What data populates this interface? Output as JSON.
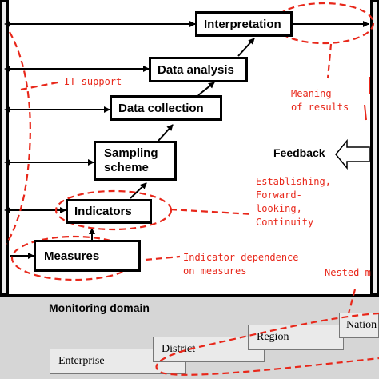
{
  "boxes": {
    "interpretation": "Interpretation",
    "data_analysis": "Data analysis",
    "data_collection": "Data collection",
    "sampling_scheme": [
      "Sampling",
      "scheme"
    ],
    "indicators": "Indicators",
    "measures": "Measures"
  },
  "feedback": "Feedback",
  "notes": {
    "it_support": "IT support",
    "meaning_of_results": [
      "Meaning",
      "of results"
    ],
    "establishing": [
      "Establishing,",
      "Forward-",
      "looking,",
      "Continuity"
    ],
    "indicator_dependence": [
      "Indicator dependence",
      "on measures"
    ],
    "nested": "Nested m"
  },
  "monitoring_domain": {
    "title": "Monitoring domain",
    "levels": [
      "Enterprise",
      "District",
      "Region",
      "Nation"
    ]
  },
  "colors": {
    "accent": "#e8271a",
    "band": "#d6d6d6"
  }
}
